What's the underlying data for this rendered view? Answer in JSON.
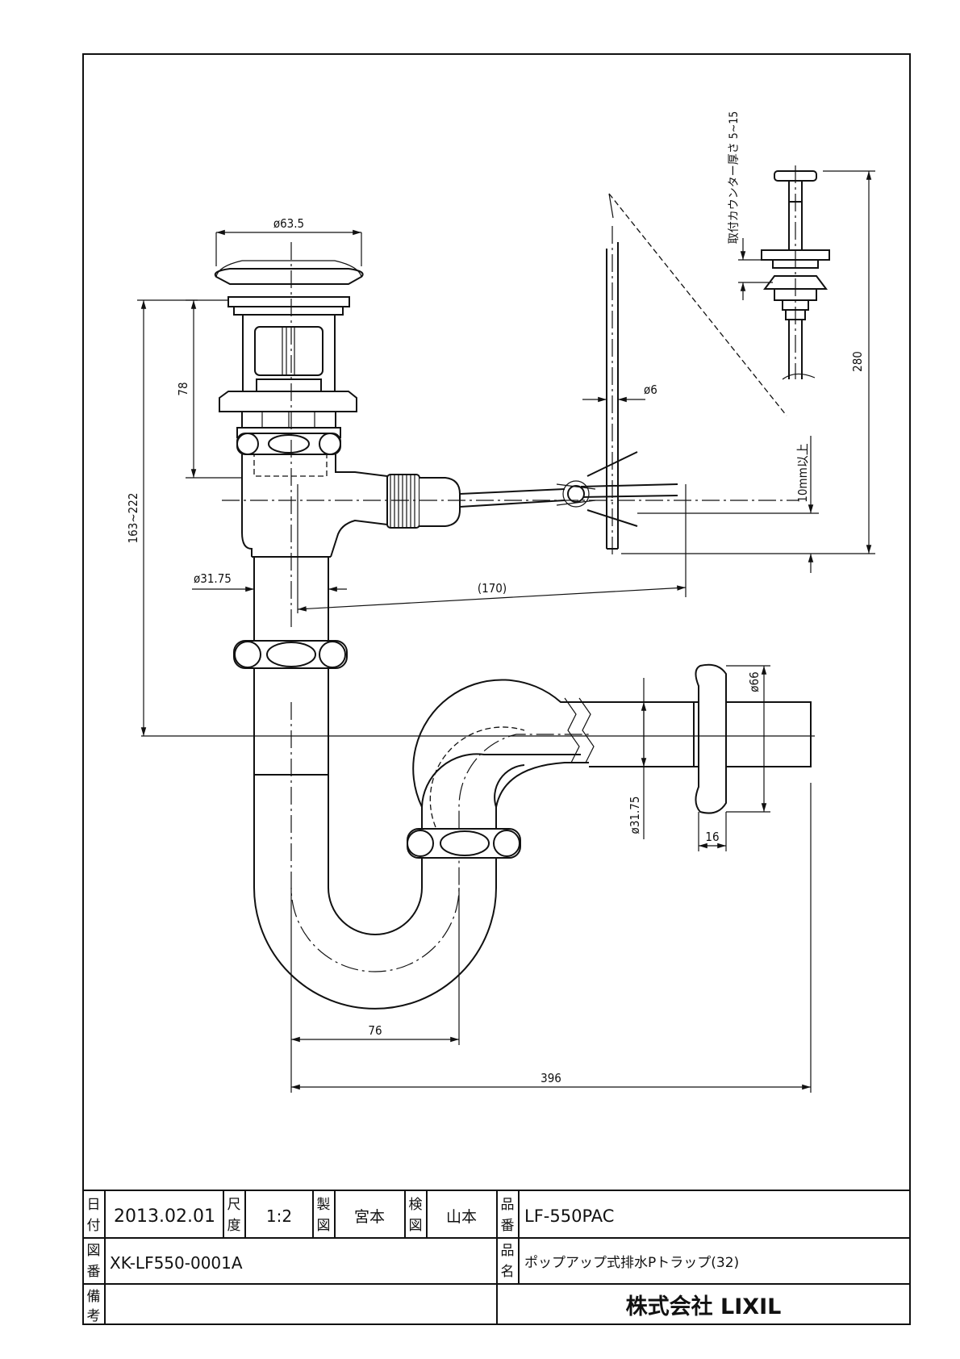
{
  "drawing": {
    "dimensions": {
      "d_cap": "ø63.5",
      "h_78": "78",
      "range_163_222": "163~222",
      "d_pipe": "ø31.75",
      "rod_len": "(170)",
      "d_rod": "ø6",
      "min_10": "10mm以上",
      "len_280": "280",
      "counter": "取付カウンター厚さ 5~15",
      "d_flange": "ø66",
      "d_trap_pipe": "ø31.75",
      "w_16": "16",
      "w_76": "76",
      "w_396": "396"
    }
  },
  "title_block": {
    "date_label": [
      "日",
      "付"
    ],
    "date": "2013.02.01",
    "scale_label": [
      "尺",
      "度"
    ],
    "scale": "1:2",
    "drawn_label": [
      "製",
      "図"
    ],
    "drawn_by": "宮本",
    "checked_label": [
      "検",
      "図"
    ],
    "checked_by": "山本",
    "part_no_label": [
      "品",
      "番"
    ],
    "part_no": "LF-550PAC",
    "drawing_no_label": [
      "図",
      "番"
    ],
    "drawing_no": "XK-LF550-0001A",
    "part_name_label": [
      "品",
      "名"
    ],
    "part_name": "ポップアップ式排水Pトラップ(32)",
    "remarks_label": [
      "備",
      "考"
    ],
    "company": "株式会社 LIXIL"
  }
}
